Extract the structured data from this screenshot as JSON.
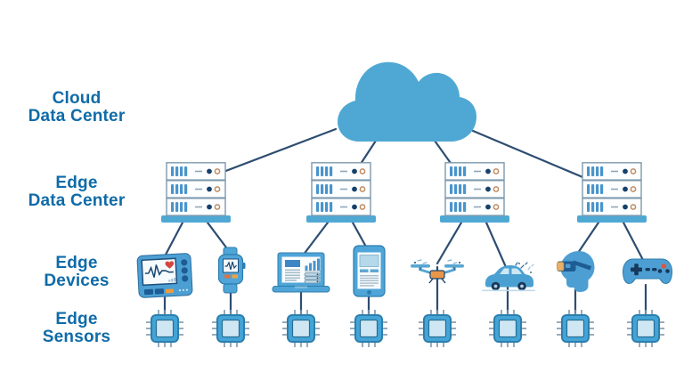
{
  "labels": {
    "cloud_dc": {
      "line1": "Cloud",
      "line2": "Data Center"
    },
    "edge_dc": {
      "line1": "Edge",
      "line2": "Data Center"
    },
    "edge_devices": {
      "line1": "Edge",
      "line2": "Devices"
    },
    "edge_sensors": {
      "line1": "Edge",
      "line2": "Sensors"
    }
  },
  "colors": {
    "label_text": "#0f6ba8",
    "cloud_fill": "#4fa8d4",
    "connection_line": "#2e4d71",
    "device_blue": "#4d9fd3",
    "navy_detail": "#16395c",
    "accent_orange": "#f09a3c",
    "rack_unit_fill": "#fdfeff",
    "rack_bar_blue": "#4a94cc",
    "chip_inner_fill": "#cfe7f3"
  },
  "nodes": {
    "cloud": {
      "id": "cloud",
      "icon": "cloud-icon",
      "layer": "Cloud Data Center"
    },
    "edge_data_centers": [
      {
        "id": "edge-dc-1",
        "icon": "server-rack-icon",
        "layer": "Edge Data Center"
      },
      {
        "id": "edge-dc-2",
        "icon": "server-rack-icon",
        "layer": "Edge Data Center"
      },
      {
        "id": "edge-dc-3",
        "icon": "server-rack-icon",
        "layer": "Edge Data Center"
      },
      {
        "id": "edge-dc-4",
        "icon": "server-rack-icon",
        "layer": "Edge Data Center"
      }
    ],
    "edge_devices": [
      {
        "id": "patient-monitor",
        "icon": "patient-monitor-icon"
      },
      {
        "id": "smartwatch",
        "icon": "smartwatch-icon"
      },
      {
        "id": "laptop",
        "icon": "laptop-icon"
      },
      {
        "id": "smartphone",
        "icon": "smartphone-icon"
      },
      {
        "id": "drone",
        "icon": "drone-icon"
      },
      {
        "id": "connected-car",
        "icon": "connected-car-icon"
      },
      {
        "id": "vr-headset",
        "icon": "vr-headset-icon"
      },
      {
        "id": "game-controller",
        "icon": "game-controller-icon"
      }
    ],
    "edge_sensors": [
      {
        "id": "sensor-1",
        "icon": "chip-icon"
      },
      {
        "id": "sensor-2",
        "icon": "chip-icon"
      },
      {
        "id": "sensor-3",
        "icon": "chip-icon"
      },
      {
        "id": "sensor-4",
        "icon": "chip-icon"
      },
      {
        "id": "sensor-5",
        "icon": "chip-icon"
      },
      {
        "id": "sensor-6",
        "icon": "chip-icon"
      },
      {
        "id": "sensor-7",
        "icon": "chip-icon"
      },
      {
        "id": "sensor-8",
        "icon": "chip-icon"
      }
    ]
  },
  "edges": [
    {
      "from": "cloud",
      "to": "edge-dc-1"
    },
    {
      "from": "cloud",
      "to": "edge-dc-2"
    },
    {
      "from": "cloud",
      "to": "edge-dc-3"
    },
    {
      "from": "cloud",
      "to": "edge-dc-4"
    },
    {
      "from": "edge-dc-1",
      "to": "patient-monitor"
    },
    {
      "from": "edge-dc-1",
      "to": "smartwatch"
    },
    {
      "from": "edge-dc-2",
      "to": "laptop"
    },
    {
      "from": "edge-dc-2",
      "to": "smartphone"
    },
    {
      "from": "edge-dc-3",
      "to": "drone"
    },
    {
      "from": "edge-dc-3",
      "to": "connected-car"
    },
    {
      "from": "edge-dc-4",
      "to": "vr-headset"
    },
    {
      "from": "edge-dc-4",
      "to": "game-controller"
    },
    {
      "from": "patient-monitor",
      "to": "sensor-1"
    },
    {
      "from": "smartwatch",
      "to": "sensor-2"
    },
    {
      "from": "laptop",
      "to": "sensor-3"
    },
    {
      "from": "smartphone",
      "to": "sensor-4"
    },
    {
      "from": "drone",
      "to": "sensor-5"
    },
    {
      "from": "connected-car",
      "to": "sensor-6"
    },
    {
      "from": "vr-headset",
      "to": "sensor-7"
    },
    {
      "from": "game-controller",
      "to": "sensor-8"
    }
  ]
}
